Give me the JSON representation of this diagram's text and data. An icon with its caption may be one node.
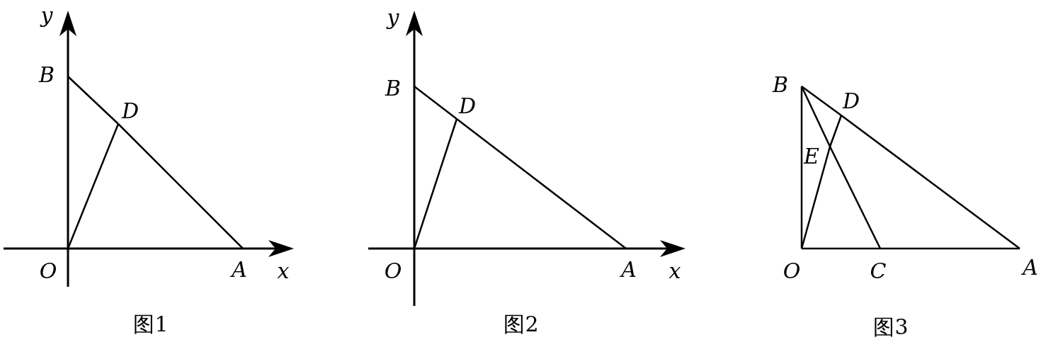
{
  "diagram": {
    "nodes": [
      {
        "text": [
          "B"
        ]
      },
      {
        "text": [
          "D"
        ]
      },
      {
        "text": [
          "O"
        ]
      },
      {
        "text": [
          "A"
        ]
      },
      {
        "text": [
          "B"
        ]
      },
      {
        "text": [
          "D"
        ]
      },
      {
        "text": [
          "O"
        ]
      },
      {
        "text": [
          "A"
        ]
      },
      {
        "text": [
          "B"
        ]
      },
      {
        "text": [
          "D"
        ]
      },
      {
        "text": [
          "E"
        ]
      },
      {
        "text": [
          "O"
        ]
      },
      {
        "text": [
          "C"
        ]
      },
      {
        "text": [
          "A"
        ]
      }
    ],
    "edges": [
      {
        "from": 0,
        "to": 1,
        "arrow": "none"
      },
      {
        "from": 1,
        "to": 3,
        "arrow": "none"
      },
      {
        "from": 2,
        "to": 1,
        "arrow": "none"
      },
      {
        "from": 4,
        "to": 5,
        "arrow": "none"
      },
      {
        "from": 5,
        "to": 7,
        "arrow": "none"
      },
      {
        "from": 6,
        "to": 5,
        "arrow": "none"
      },
      {
        "from": 11,
        "to": 8,
        "arrow": "none"
      },
      {
        "from": 11,
        "to": 12,
        "arrow": "none"
      },
      {
        "from": 12,
        "to": 13,
        "arrow": "none"
      },
      {
        "from": 8,
        "to": 9,
        "arrow": "none"
      },
      {
        "from": 9,
        "to": 13,
        "arrow": "none"
      },
      {
        "from": 8,
        "to": 10,
        "arrow": "none"
      },
      {
        "from": 10,
        "to": 12,
        "arrow": "none"
      },
      {
        "from": 11,
        "to": 10,
        "arrow": "none"
      },
      {
        "from": 10,
        "to": 9,
        "arrow": "none"
      }
    ],
    "labels": [
      "y",
      "x",
      "图1",
      "y",
      "x",
      "图2",
      "图3"
    ]
  }
}
